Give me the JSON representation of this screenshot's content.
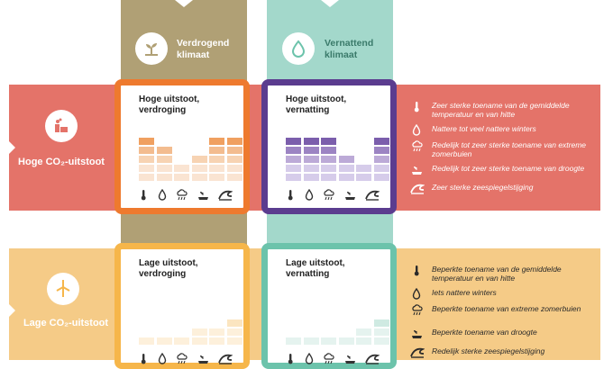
{
  "columns": {
    "dry": {
      "title_line1": "Verdrogend",
      "title_line2": "klimaat",
      "icon": "sprout-icon",
      "color": "#b0a075"
    },
    "wet": {
      "title_line1": "Vernattend",
      "title_line2": "klimaat",
      "icon": "droplet-icon",
      "color": "#a3d8cb"
    }
  },
  "rows": {
    "high": {
      "label": "Hoge CO₂-uitstoot",
      "icon": "factory-icon",
      "band_color": "#e47369"
    },
    "low": {
      "label": "Lage CO₂-uitstoot",
      "icon": "wind-turbine-icon",
      "band_color": "#f5cb87"
    }
  },
  "panels": {
    "high_dry": {
      "title_line1": "Hoge uitstoot,",
      "title_line2": "verdroging",
      "border": "#ee7a2e",
      "bar_colors": [
        "#ee7a2e",
        "#f0a060",
        "#f3bc8f",
        "#f7d3b3",
        "#fae4d2"
      ],
      "levels": [
        5,
        4,
        2,
        3,
        5,
        5
      ]
    },
    "high_wet": {
      "title_line1": "Hoge uitstoot,",
      "title_line2": "vernatting",
      "border": "#5b3c8f",
      "bar_colors": [
        "#5b3c8f",
        "#7b5eac",
        "#9c84c3",
        "#bcaad7",
        "#d6ccea"
      ],
      "levels": [
        5,
        5,
        5,
        3,
        2,
        5
      ]
    },
    "low_dry": {
      "title_line1": "Lage uitstoot,",
      "title_line2": "verdroging",
      "border": "#f6b64a",
      "bar_colors": [
        "#f6b64a",
        "#f7c572",
        "#f9d79d",
        "#fbe5c0",
        "#fdf0db"
      ],
      "levels": [
        1,
        1,
        1,
        2,
        2,
        3
      ]
    },
    "low_wet": {
      "title_line1": "Lage uitstoot,",
      "title_line2": "vernatting",
      "border": "#6cc3ab",
      "bar_colors": [
        "#6cc3ab",
        "#8fd1bf",
        "#b3dfd2",
        "#cfeae2",
        "#e5f3ef"
      ],
      "levels": [
        1,
        1,
        1,
        1,
        2,
        3
      ]
    }
  },
  "impact_icons": [
    "thermometer-icon",
    "droplet-icon",
    "storm-cloud-icon",
    "dry-ground-icon",
    "wave-icon"
  ],
  "high_list": [
    {
      "icon": "thermometer-icon",
      "text": "Zeer sterke toename van de gemiddelde temperatuur en van hitte"
    },
    {
      "icon": "droplet-icon",
      "text": "Nattere tot veel nattere winters"
    },
    {
      "icon": "storm-cloud-icon",
      "text": "Redelijk tot zeer sterke toename van extreme zomerbuien"
    },
    {
      "icon": "dry-ground-icon",
      "text": "Redelijk tot zeer sterke toename van droogte"
    },
    {
      "icon": "wave-icon",
      "text": "Zeer sterke zeespiegelstijging"
    }
  ],
  "low_list": [
    {
      "icon": "thermometer-icon",
      "text": "Beperkte toename van de gemiddelde temperatuur en van hitte"
    },
    {
      "icon": "droplet-icon",
      "text": "Iets nattere winters"
    },
    {
      "icon": "storm-cloud-icon",
      "text": "Beperkte toename van extreme zomerbuien"
    },
    {
      "icon": "dry-ground-icon",
      "text": "Beperkte toename van droogte"
    },
    {
      "icon": "wave-icon",
      "text": "Redelijk sterke zeespiegelstijging"
    }
  ]
}
